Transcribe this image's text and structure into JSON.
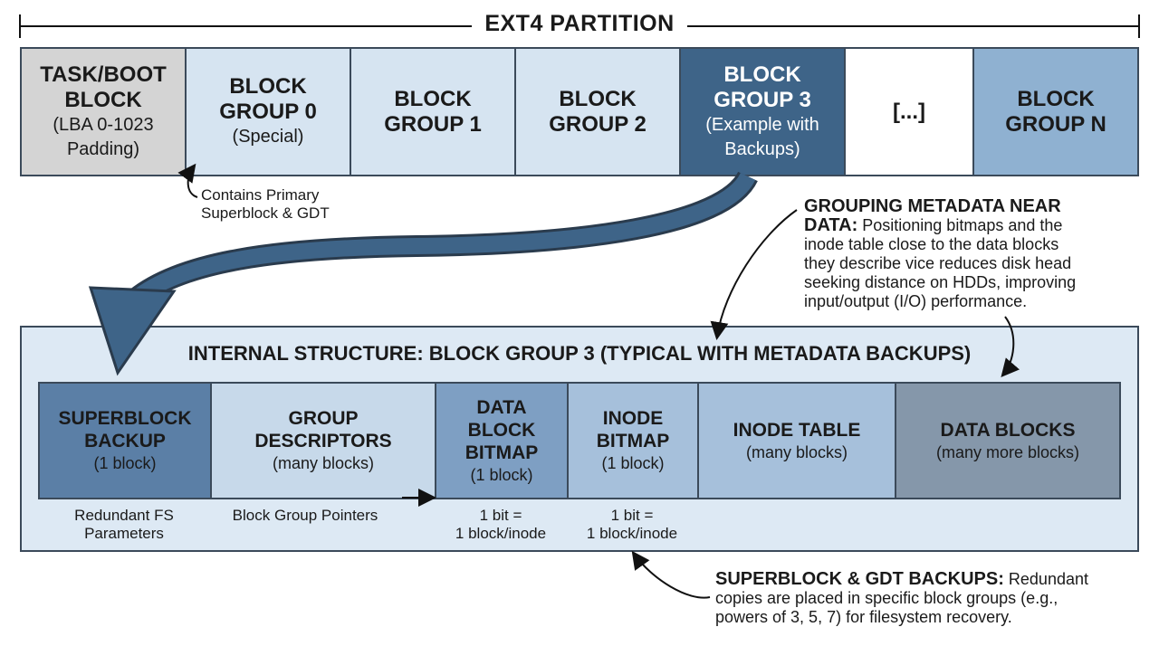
{
  "title": "EXT4 PARTITION",
  "partition_blocks": [
    {
      "title": "TASK/BOOT\nBLOCK",
      "sub": "(LBA 0-1023\nPadding)",
      "bg": "#d4d4d4",
      "fg": "#1a1a1a"
    },
    {
      "title": "BLOCK\nGROUP 0",
      "sub": "(Special)",
      "bg": "#d6e4f1",
      "fg": "#1a1a1a"
    },
    {
      "title": "BLOCK\nGROUP 1",
      "sub": "",
      "bg": "#d6e4f1",
      "fg": "#1a1a1a"
    },
    {
      "title": "BLOCK\nGROUP 2",
      "sub": "",
      "bg": "#d6e4f1",
      "fg": "#1a1a1a"
    },
    {
      "title": "BLOCK\nGROUP 3",
      "sub": "(Example with\nBackups)",
      "bg": "#3e6488",
      "fg": "#ffffff"
    },
    {
      "title": "[...]",
      "sub": "",
      "bg": "#ffffff",
      "fg": "#1a1a1a"
    },
    {
      "title": "BLOCK\nGROUP N",
      "sub": "",
      "bg": "#8fb1d1",
      "fg": "#1a1a1a"
    }
  ],
  "group0_note": "Contains Primary\nSuperblock & GDT",
  "internal_title": "INTERNAL STRUCTURE: BLOCK GROUP 3 (TYPICAL WITH METADATA BACKUPS)",
  "internal_blocks": [
    {
      "title": "SUPERBLOCK\nBACKUP",
      "sub": "(1 block)",
      "bg": "#5b7fa6"
    },
    {
      "title": "GROUP\nDESCRIPTORS",
      "sub": "(many blocks)",
      "bg": "#c7d9ea"
    },
    {
      "title": "DATA\nBLOCK\nBITMAP",
      "sub": "(1 block)",
      "bg": "#7e9fc3"
    },
    {
      "title": "INODE\nBITMAP",
      "sub": "(1 block)",
      "bg": "#a6c0db"
    },
    {
      "title": "INODE TABLE",
      "sub": "(many blocks)",
      "bg": "#a6c0db"
    },
    {
      "title": "DATA BLOCKS",
      "sub": "(many more blocks)",
      "bg": "#8597aa"
    }
  ],
  "internal_notes": {
    "superblock": "Redundant FS\nParameters",
    "descriptors": "Block Group Pointers",
    "data_bitmap": "1 bit =\n1 block/inode",
    "inode_bitmap": "1 bit =\n1 block/inode"
  },
  "callout_grouping": {
    "heading": "GROUPING METADATA NEAR\nDATA:",
    "text": " Positioning bitmaps and the\ninode table close to the data blocks\nthey describe vice reduces disk head\nseeking distance on HDDs, improving\ninput/output (I/O) performance."
  },
  "callout_backups": {
    "heading": "SUPERBLOCK & GDT BACKUPS:",
    "text": " Redundant\ncopies are placed in specific block groups (e.g.,\npowers of 3, 5, 7) for filesystem recovery."
  },
  "colors": {
    "border": "#3b4a5a",
    "arrow": "#3e6488",
    "panel": "#dde9f4"
  }
}
